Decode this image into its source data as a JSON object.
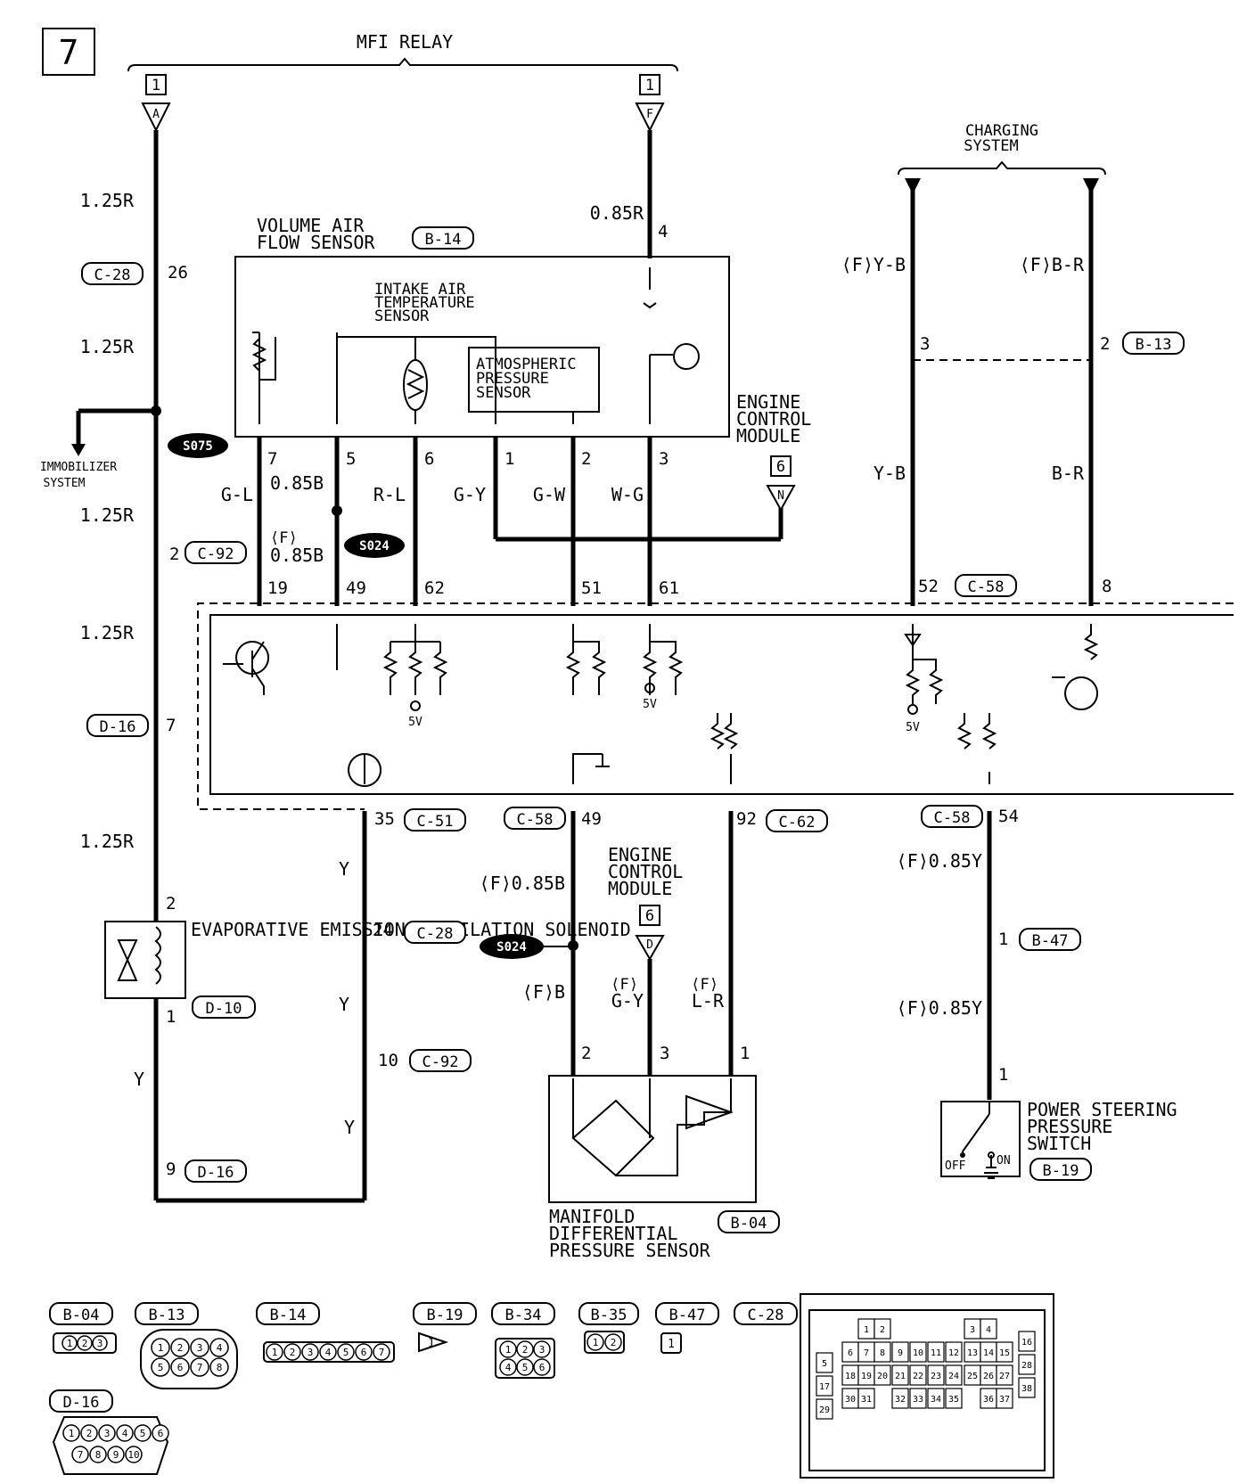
{
  "page_number": "7",
  "groups": {
    "mfi_relay": "MFI RELAY",
    "charging": "CHARGING SYSTEM"
  },
  "references": {
    "ref1": "1",
    "ref6": "6",
    "terminal_A": "A",
    "terminal_F": "F",
    "terminal_N": "N",
    "terminal_D": "D"
  },
  "components": {
    "vafs": "VOLUME AIR FLOW SENSOR",
    "iats": "INTAKE AIR TEMPERATURE SENSOR",
    "aps": "ATMOSPHERIC PRESSURE SENSOR",
    "ecm": "ENGINE CONTROL MODULE",
    "immobilizer": "IMMOBILIZER SYSTEM",
    "evap": "EVAPORATIVE EMISSION VENTILATION SOLENOID",
    "mdp": "MANIFOLD DIFFERENTIAL PRESSURE SENSOR",
    "psps": "POWER STEERING PRESSURE SWITCH",
    "off": "OFF",
    "on": "ON",
    "v5": "5V"
  },
  "splices": {
    "s075": "S075",
    "s024a": "S024",
    "s024b": "S024"
  },
  "connectors": {
    "b14": "B-14",
    "b13": "B-13",
    "c28": "C-28",
    "c92": "C-92",
    "d16": "D-16",
    "c58": "C-58",
    "c51": "C-51",
    "c62": "C-62",
    "d10": "D-10",
    "b04": "B-04",
    "b47": "B-47",
    "b19": "B-19"
  },
  "wires": {
    "r125": "1.25R",
    "r085": "0.85R",
    "yb_f": "⟨F⟩Y-B",
    "br_f": "⟨F⟩B-R",
    "yb": "Y-B",
    "br": "B-R",
    "gl": "G-L",
    "b085": "0.85B",
    "rl": "R-L",
    "gy": "G-Y",
    "gw": "G-W",
    "wg": "W-G",
    "f_b085": "0.85B",
    "f_paren": "⟨F⟩",
    "y": "Y",
    "f_085b": "⟨F⟩0.85B",
    "f_b": "⟨F⟩B",
    "f_gy": "G-Y",
    "f_lr": "L-R",
    "f_085y": "⟨F⟩0.85Y"
  },
  "pins": {
    "p26": "26",
    "p4": "4",
    "p3": "3",
    "p2": "2",
    "p7": "7",
    "p5": "5",
    "p6": "6",
    "p1": "1",
    "p19": "19",
    "p49": "49",
    "p62": "62",
    "p51": "51",
    "p61": "61",
    "p52": "52",
    "p8": "8",
    "p35": "35",
    "p92": "92",
    "p54": "54",
    "p24": "24",
    "p10": "10",
    "p9": "9"
  },
  "connector_views": {
    "b04": {
      "label": "B-04",
      "pins": [
        "1",
        "2",
        "3"
      ]
    },
    "b13": {
      "label": "B-13",
      "pins": [
        "1",
        "2",
        "3",
        "4",
        "5",
        "6",
        "7",
        "8"
      ]
    },
    "b14": {
      "label": "B-14",
      "pins": [
        "1",
        "2",
        "3",
        "4",
        "5",
        "6",
        "7"
      ]
    },
    "b19": {
      "label": "B-19",
      "pins": [
        "1"
      ]
    },
    "b34": {
      "label": "B-34",
      "pins": [
        "1",
        "2",
        "3",
        "4",
        "5",
        "6"
      ]
    },
    "b35": {
      "label": "B-35",
      "pins": [
        "1",
        "2"
      ]
    },
    "b47": {
      "label": "B-47",
      "pins": [
        "1"
      ]
    },
    "c28": {
      "label": "C-28",
      "pins": [
        "1",
        "2",
        "3",
        "4",
        "5",
        "6",
        "7",
        "8",
        "9",
        "10",
        "11",
        "12",
        "13",
        "14",
        "15",
        "16",
        "17",
        "18",
        "19",
        "20",
        "21",
        "22",
        "23",
        "24",
        "25",
        "26",
        "27",
        "28",
        "29",
        "30",
        "31",
        "32",
        "33",
        "34",
        "35",
        "36",
        "37",
        "38"
      ]
    },
    "d16": {
      "label": "D-16",
      "pins": [
        "1",
        "2",
        "3",
        "4",
        "5",
        "6",
        "7",
        "8",
        "9",
        "10"
      ]
    }
  }
}
